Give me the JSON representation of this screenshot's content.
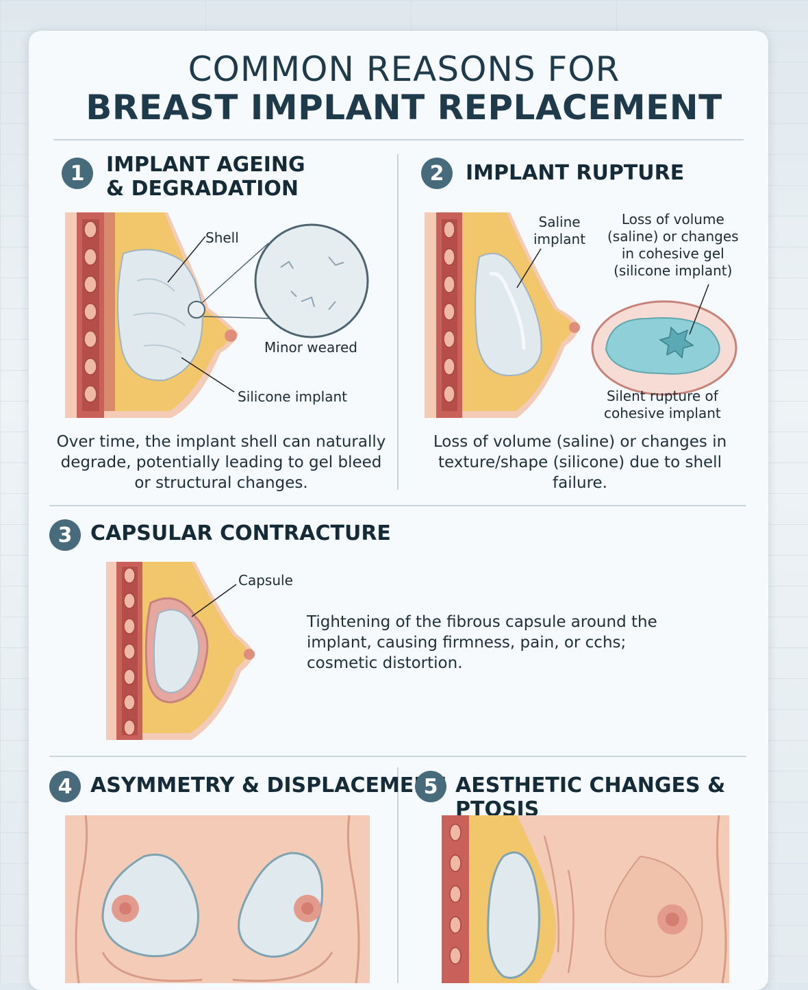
{
  "title": {
    "line1": "COMMON REASONS FOR",
    "line2": "BREAST IMPLANT REPLACEMENT"
  },
  "sections": [
    {
      "number": "1",
      "title": "IMPLANT AGEING\n& DEGRADATION",
      "labels": {
        "shell": "Shell",
        "minor_weared": "Minor weared",
        "silicone_implant": "Silicone implant"
      },
      "description": "Over time, the implant shell can naturally degrade, potentially leading to gel bleed or structural changes."
    },
    {
      "number": "2",
      "title": "IMPLANT RUPTURE",
      "labels": {
        "saline_implant": "Saline\nimplant",
        "loss_of_volume": "Loss of volume\n(saline) or changes\nin cohesive gel\n(silicone implant)",
        "silent_rupture": "Silent rupture of\ncohesive implant"
      },
      "description": "Loss of volume (saline) or changes in texture/shape (silicone) due to shell failure."
    },
    {
      "number": "3",
      "title": "CAPSULAR CONTRACTURE",
      "labels": {
        "capsule": "Capsule"
      },
      "description": "Tightening of the fibrous capsule around the implant, causing firmness, pain, or cchs; cosmetic distortion."
    },
    {
      "number": "4",
      "title": "ASYMMETRY & DISPLACEMENT"
    },
    {
      "number": "5",
      "title": "AESTHETIC CHANGES & PTOSIS"
    }
  ],
  "colors": {
    "heading": "#152b38",
    "badge": "#486b7c",
    "skin": "#f3cbb6",
    "muscle": "#c8615a",
    "fat": "#f2c66a",
    "implant": "#dfe9ee",
    "rupture_gel": "#8fd0d8"
  }
}
